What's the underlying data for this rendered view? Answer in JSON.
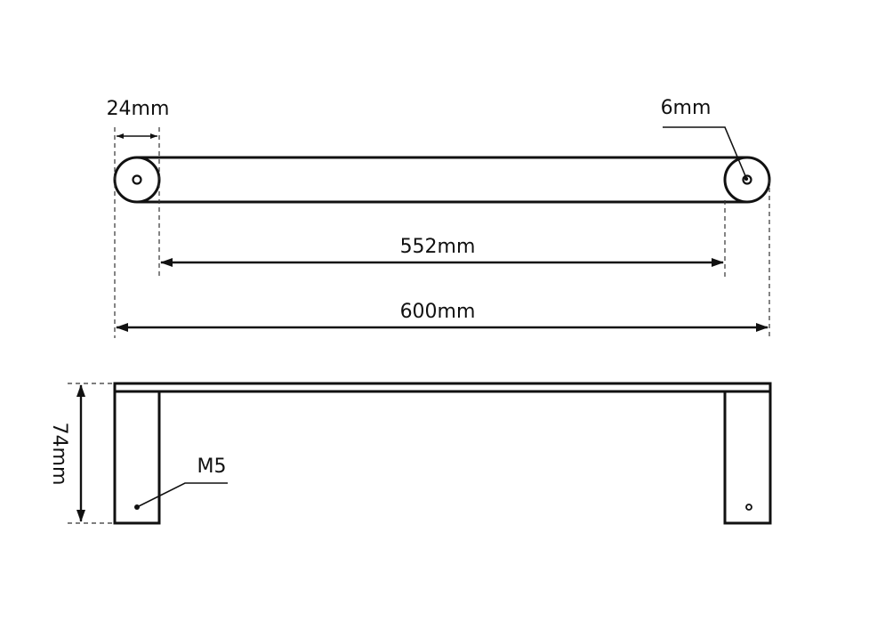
{
  "dimensions": {
    "end_diameter": "24mm",
    "hole_diameter": "6mm",
    "center_distance": "552mm",
    "overall_length": "600mm",
    "height": "74mm",
    "thread": "M5"
  }
}
